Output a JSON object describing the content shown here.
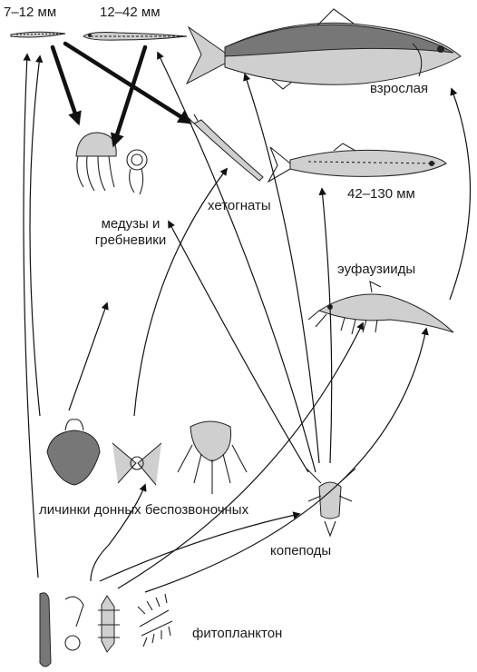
{
  "labels": {
    "larva_small": "7–12 мм",
    "larva_large": "12–42 мм",
    "adult": "взрослая",
    "juvenile": "42–130 мм",
    "chaetognaths": "хетогнаты",
    "jellies_line1": "медузы и",
    "jellies_line2": "гребневики",
    "euphausiids": "эуфаузииды",
    "benthic_larvae": "личинки донных беспозвоночных",
    "copepods": "копеподы",
    "phytoplankton": "фитопланктон"
  },
  "colors": {
    "ink": "#1a1a1a",
    "illustration_fill": "#cfcfcf"
  }
}
